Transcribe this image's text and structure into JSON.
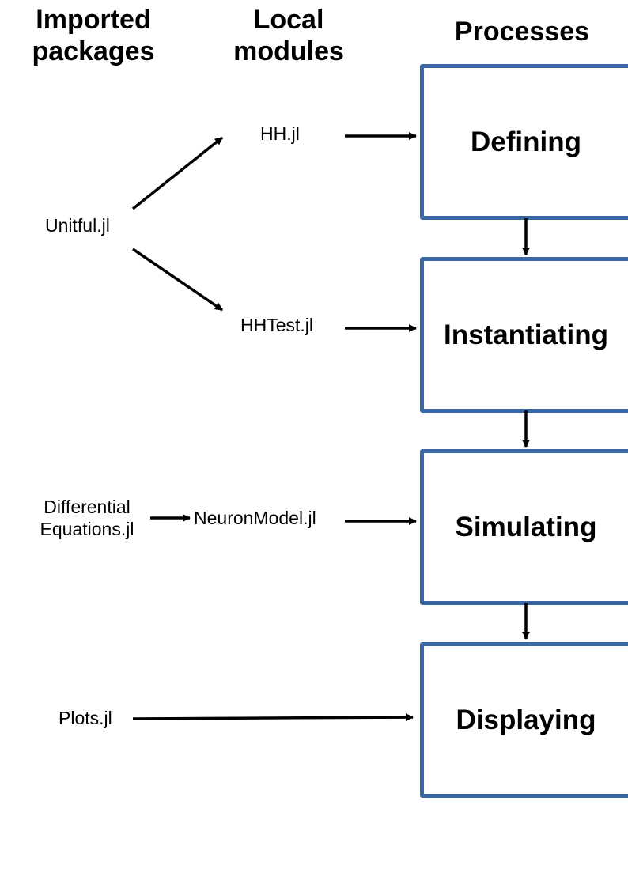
{
  "headers": {
    "imported_line1": "Imported",
    "imported_line2": "packages",
    "local_line1": "Local",
    "local_line2": "modules",
    "processes": "Processes"
  },
  "packages": {
    "unitful": "Unitful.jl",
    "diffeq_line1": "Differential",
    "diffeq_line2": "Equations.jl",
    "plots": "Plots.jl"
  },
  "modules": {
    "hh": "HH.jl",
    "hhtest": "HHTest.jl",
    "neuronmodel": "NeuronModel.jl"
  },
  "processes": {
    "defining": "Defining",
    "instantiating": "Instantiating",
    "simulating": "Simulating",
    "displaying": "Displaying"
  },
  "colors": {
    "box_border": "#3a67a6",
    "arrow": "#000000"
  }
}
